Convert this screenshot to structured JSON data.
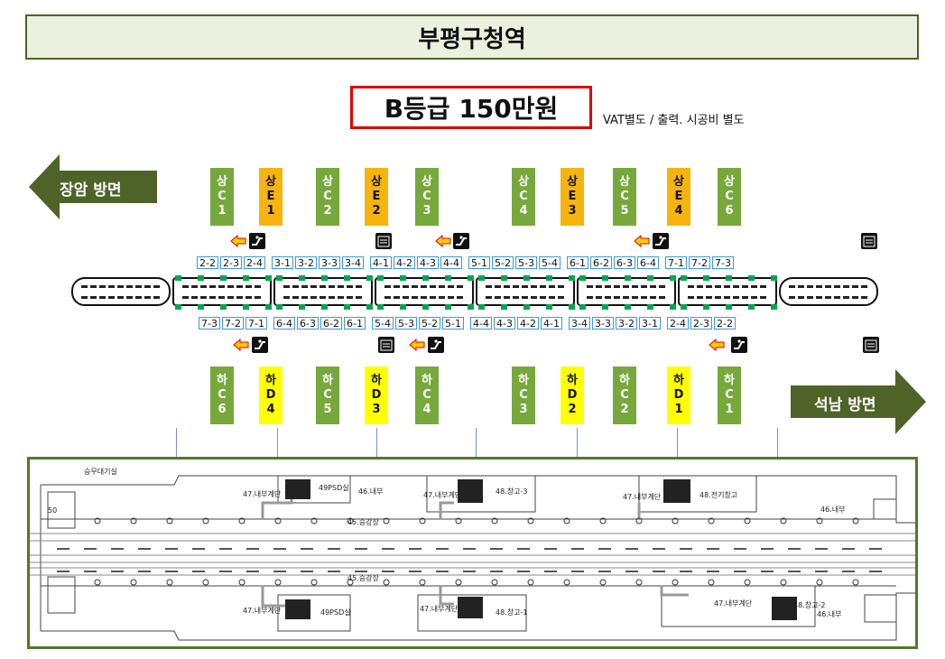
{
  "title": "부평구청역",
  "price": {
    "label": "B등급 150만원",
    "note": "VAT별도 / 출력. 시공비 별도"
  },
  "directions": {
    "left": "장암 방면",
    "right": "석남 방면"
  },
  "upper_exits": [
    {
      "label": [
        "상",
        "C",
        "1"
      ],
      "type": "g"
    },
    {
      "label": [
        "상",
        "E",
        "1"
      ],
      "type": "o"
    },
    {
      "label": [
        "상",
        "C",
        "2"
      ],
      "type": "g"
    },
    {
      "label": [
        "상",
        "E",
        "2"
      ],
      "type": "o"
    },
    {
      "label": [
        "상",
        "C",
        "3"
      ],
      "type": "g"
    },
    {
      "label": [
        "상",
        "C",
        "4"
      ],
      "type": "g"
    },
    {
      "label": [
        "상",
        "E",
        "3"
      ],
      "type": "o"
    },
    {
      "label": [
        "상",
        "C",
        "5"
      ],
      "type": "g"
    },
    {
      "label": [
        "상",
        "E",
        "4"
      ],
      "type": "o"
    },
    {
      "label": [
        "상",
        "C",
        "6"
      ],
      "type": "g"
    }
  ],
  "lower_exits": [
    {
      "label": [
        "하",
        "C",
        "6"
      ],
      "type": "g"
    },
    {
      "label": [
        "하",
        "D",
        "4"
      ],
      "type": "y"
    },
    {
      "label": [
        "하",
        "C",
        "5"
      ],
      "type": "g"
    },
    {
      "label": [
        "하",
        "D",
        "3"
      ],
      "type": "y"
    },
    {
      "label": [
        "하",
        "C",
        "4"
      ],
      "type": "g"
    },
    {
      "label": [
        "하",
        "C",
        "3"
      ],
      "type": "g"
    },
    {
      "label": [
        "하",
        "D",
        "2"
      ],
      "type": "y"
    },
    {
      "label": [
        "하",
        "C",
        "2"
      ],
      "type": "g"
    },
    {
      "label": [
        "하",
        "D",
        "1"
      ],
      "type": "y"
    },
    {
      "label": [
        "하",
        "C",
        "1"
      ],
      "type": "g"
    }
  ],
  "upper_doors": [
    "2-2",
    "2-3",
    "2-4",
    "3-1",
    "3-2",
    "3-3",
    "3-4",
    "4-1",
    "4-2",
    "4-3",
    "4-4",
    "5-1",
    "5-2",
    "5-3",
    "5-4",
    "6-1",
    "6-2",
    "6-3",
    "6-4",
    "7-1",
    "7-2",
    "7-3"
  ],
  "lower_doors": [
    "7-3",
    "7-2",
    "7-1",
    "6-4",
    "6-3",
    "6-2",
    "6-1",
    "5-4",
    "5-3",
    "5-2",
    "5-1",
    "4-4",
    "4-3",
    "4-2",
    "4-1",
    "3-4",
    "3-3",
    "3-2",
    "3-1",
    "2-4",
    "2-3",
    "2-2"
  ],
  "icons": {
    "escalator": "escalator-icon",
    "elevator": "elevator-icon",
    "arrow": "left-arrow-icon"
  },
  "plan_labels": {
    "crew_room": "승무대기실",
    "stair_a": "47.내부계단",
    "psd_room": "49PSD실",
    "room_46": "46.내부",
    "room_45": "45.승강장",
    "storage_3": "48.창고-3",
    "stair_b": "47.내부계단",
    "storage_elec": "48.전기창고",
    "room_46b": "46.내부",
    "room_50": "50",
    "room_45b": "45.승강장",
    "stair_c": "47.내부계단",
    "psd_room_b": "49PSD실",
    "stair_d": "47.내부계단",
    "storage_1": "48.창고-1",
    "stair_e": "47.내부계단",
    "storage_2": "48.창고-2",
    "room_46c": "46.내부"
  },
  "colors": {
    "green": "#77a83c",
    "orange": "#f6b40e",
    "yellow": "#ffff00",
    "dark_green": "#4f6228",
    "red": "#e00000",
    "door_border": "#3a9bdc"
  }
}
